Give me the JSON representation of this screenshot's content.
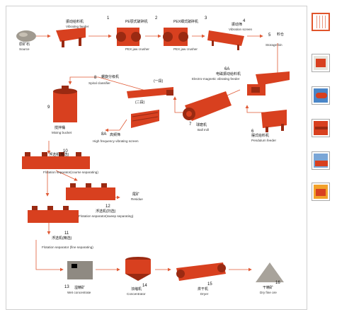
{
  "steps": {
    "source": {
      "cn": "原矿石",
      "en": "Source"
    },
    "s1": {
      "num": "1",
      "cn": "振动给料机",
      "en": "Vibrating feeder"
    },
    "s2": {
      "num": "2",
      "cn": "PE颚式破碎机",
      "en": "PEX jaw crusher"
    },
    "s3": {
      "num": "3",
      "cn": "PEX细式破碎机",
      "en": "PEX jaw crusher"
    },
    "s4": {
      "num": "4",
      "cn": "振动筛",
      "en": "Vibration screen"
    },
    "s5": {
      "num": "5",
      "cn": "料仓",
      "en": "Storage bin"
    },
    "s6a": {
      "num": "6A",
      "cn": "电磁振动给料机",
      "en": "Electro-magnetic vibrating feeder"
    },
    "s6": {
      "num": "6",
      "cn": "摆式给料机",
      "en": "Pendulum feeder"
    },
    "s7": {
      "num": "7",
      "cn": "球磨机",
      "en": "Ball mill"
    },
    "s8": {
      "num": "8",
      "cn": "螺旋分级机",
      "en": "Spiral classifier"
    },
    "s8a": {
      "num": "8A",
      "cn": "高频筛",
      "en": "High frequency vibrating screen"
    },
    "s9": {
      "num": "9",
      "cn": "搅拌桶",
      "en": "Mixing bucket"
    },
    "s10": {
      "num": "10",
      "cn": "浮选机(粗选)",
      "en": "Flotation separator(course separating)"
    },
    "residue": {
      "cn": "尾矿",
      "en": "Residue"
    },
    "s12": {
      "num": "12",
      "cn": "浮选机(扫选)",
      "en": "Flotation separator(sweep separating)"
    },
    "s11": {
      "num": "11",
      "cn": "浮选机(精选)",
      "en": "Flotation separator (fine separating)"
    },
    "s13": {
      "num": "13",
      "cn": "湿精矿",
      "en": "Wet concentrate"
    },
    "s14": {
      "num": "14",
      "cn": "浓缩机",
      "en": "Concentrator"
    },
    "s15": {
      "num": "15",
      "cn": "烘干机",
      "en": "Dryer"
    },
    "s16": {
      "num": "16",
      "cn": "干精矿",
      "en": "Dry fine ore"
    },
    "stage1": "(一段)",
    "stage2": "(二段)"
  },
  "sidebar": {
    "thumbs": [
      {
        "name": "flowchart-thumbnail",
        "selected": true
      },
      {
        "name": "jaw-crusher-thumbnail",
        "selected": false
      },
      {
        "name": "ball-mill-thumbnail",
        "selected": false
      },
      {
        "name": "flotation-line-thumbnail",
        "selected": false
      },
      {
        "name": "plant-thumbnail",
        "selected": false
      },
      {
        "name": "flotation-cell-thumbnail",
        "selected": false
      }
    ]
  },
  "colors": {
    "machine": "#d8401f",
    "machine_dark": "#9a2a12",
    "arrow": "#e05a35",
    "ore": "#a09a90",
    "accent": "#e0542b"
  }
}
